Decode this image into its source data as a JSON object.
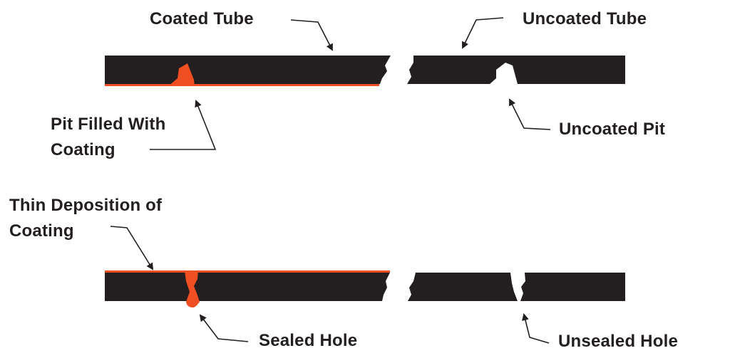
{
  "labels": {
    "coated_tube": "Coated Tube",
    "uncoated_tube": "Uncoated Tube",
    "pit_filled_line1": "Pit Filled With",
    "pit_filled_line2": "Coating",
    "uncoated_pit": "Uncoated Pit",
    "thin_deposition_line1": "Thin Deposition of",
    "thin_deposition_line2": "Coating",
    "sealed_hole": "Sealed Hole",
    "unsealed_hole": "Unsealed Hole"
  },
  "colors": {
    "tube": "#231f20",
    "coating": "#f04e23",
    "background": "#ffffff",
    "text": "#231f20"
  }
}
